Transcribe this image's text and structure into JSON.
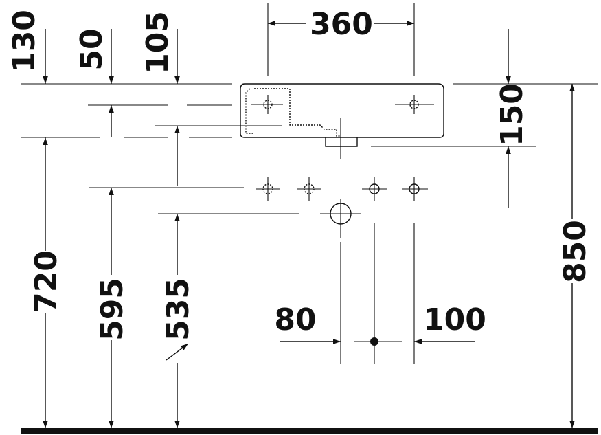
{
  "colors": {
    "line": "#111111",
    "background": "#ffffff"
  },
  "dimensions": {
    "top_130": "130",
    "top_50": "50",
    "top_105": "105",
    "width_360": "360",
    "depth_150": "150",
    "height_720": "720",
    "height_595": "595",
    "height_535": "535",
    "height_850": "850",
    "offset_80": "80",
    "offset_100": "100"
  }
}
